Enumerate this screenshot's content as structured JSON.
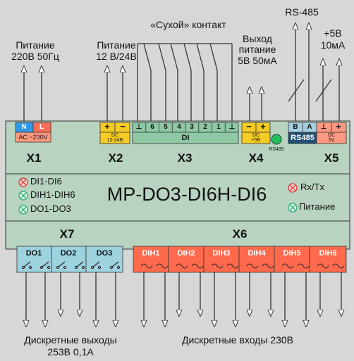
{
  "top_labels": {
    "power_ac_1": "Питание",
    "power_ac_2": "220В 50Гц",
    "power_dc_1": "Питание",
    "power_dc_2": "12 В/24В",
    "dry_contact": "«Сухой» контакт",
    "out_1": "Выход",
    "out_2": "питание",
    "out_3": "5В 50мА",
    "rs485": "RS-485",
    "plus5_1": "+5В",
    "plus5_2": "10мА"
  },
  "terminals": {
    "x1": {
      "n": "N",
      "l": "L",
      "sub": "AC ~230V"
    },
    "x2": {
      "plus": "+",
      "minus": "−",
      "sub1": "DC",
      "sub2": "12-24В"
    },
    "x3": {
      "pins": [
        "⊥",
        "6",
        "5",
        "4",
        "3",
        "2",
        "1",
        "⊥"
      ],
      "name": "DI"
    },
    "x4": {
      "minus": "−",
      "plus": "+",
      "sub1": "DC",
      "sub2": "+5В"
    },
    "x5": {
      "b": "B",
      "a": "A",
      "name": "RS485",
      "gnd": "⊥",
      "plus": "+",
      "sub1": "DC",
      "sub2": "5V"
    },
    "rs485_small": "RS485"
  },
  "x_labels": {
    "x1": "X1",
    "x2": "X2",
    "x3": "X3",
    "x4": "X4",
    "x5": "X5",
    "x6": "X6",
    "x7": "X7"
  },
  "model": "MP-DO3-DI6H-DI6",
  "legend_left": [
    "DI1-DI6",
    "DIH1-DIH6",
    "DO1-DO3"
  ],
  "legend_right": [
    "Rx/Tx",
    "Питание"
  ],
  "outputs": [
    "DO1",
    "DO2",
    "DO3"
  ],
  "inputs": [
    "DIH1",
    "DIH2",
    "DIH3",
    "DIH4",
    "DIH5",
    "DIH6"
  ],
  "bottom_labels": {
    "outputs_1": "Дискретные выходы",
    "outputs_2": "253В 0,1А",
    "inputs": "Дискретные входы 230В"
  },
  "colors": {
    "body": "#b8d3c0",
    "ac_red": "#ff6f55",
    "ac_blue": "#3399e6",
    "ac_sub": "#ff9a80",
    "dc_yellow": "#f5cc24",
    "di_green": "#8ec9a4",
    "rs_blue": "#a3cfe0",
    "rs_dark": "#1f4f73",
    "do_blue": "#9cd3df",
    "dih_red": "#ff6a4d",
    "led_green": "#1fc05a"
  }
}
